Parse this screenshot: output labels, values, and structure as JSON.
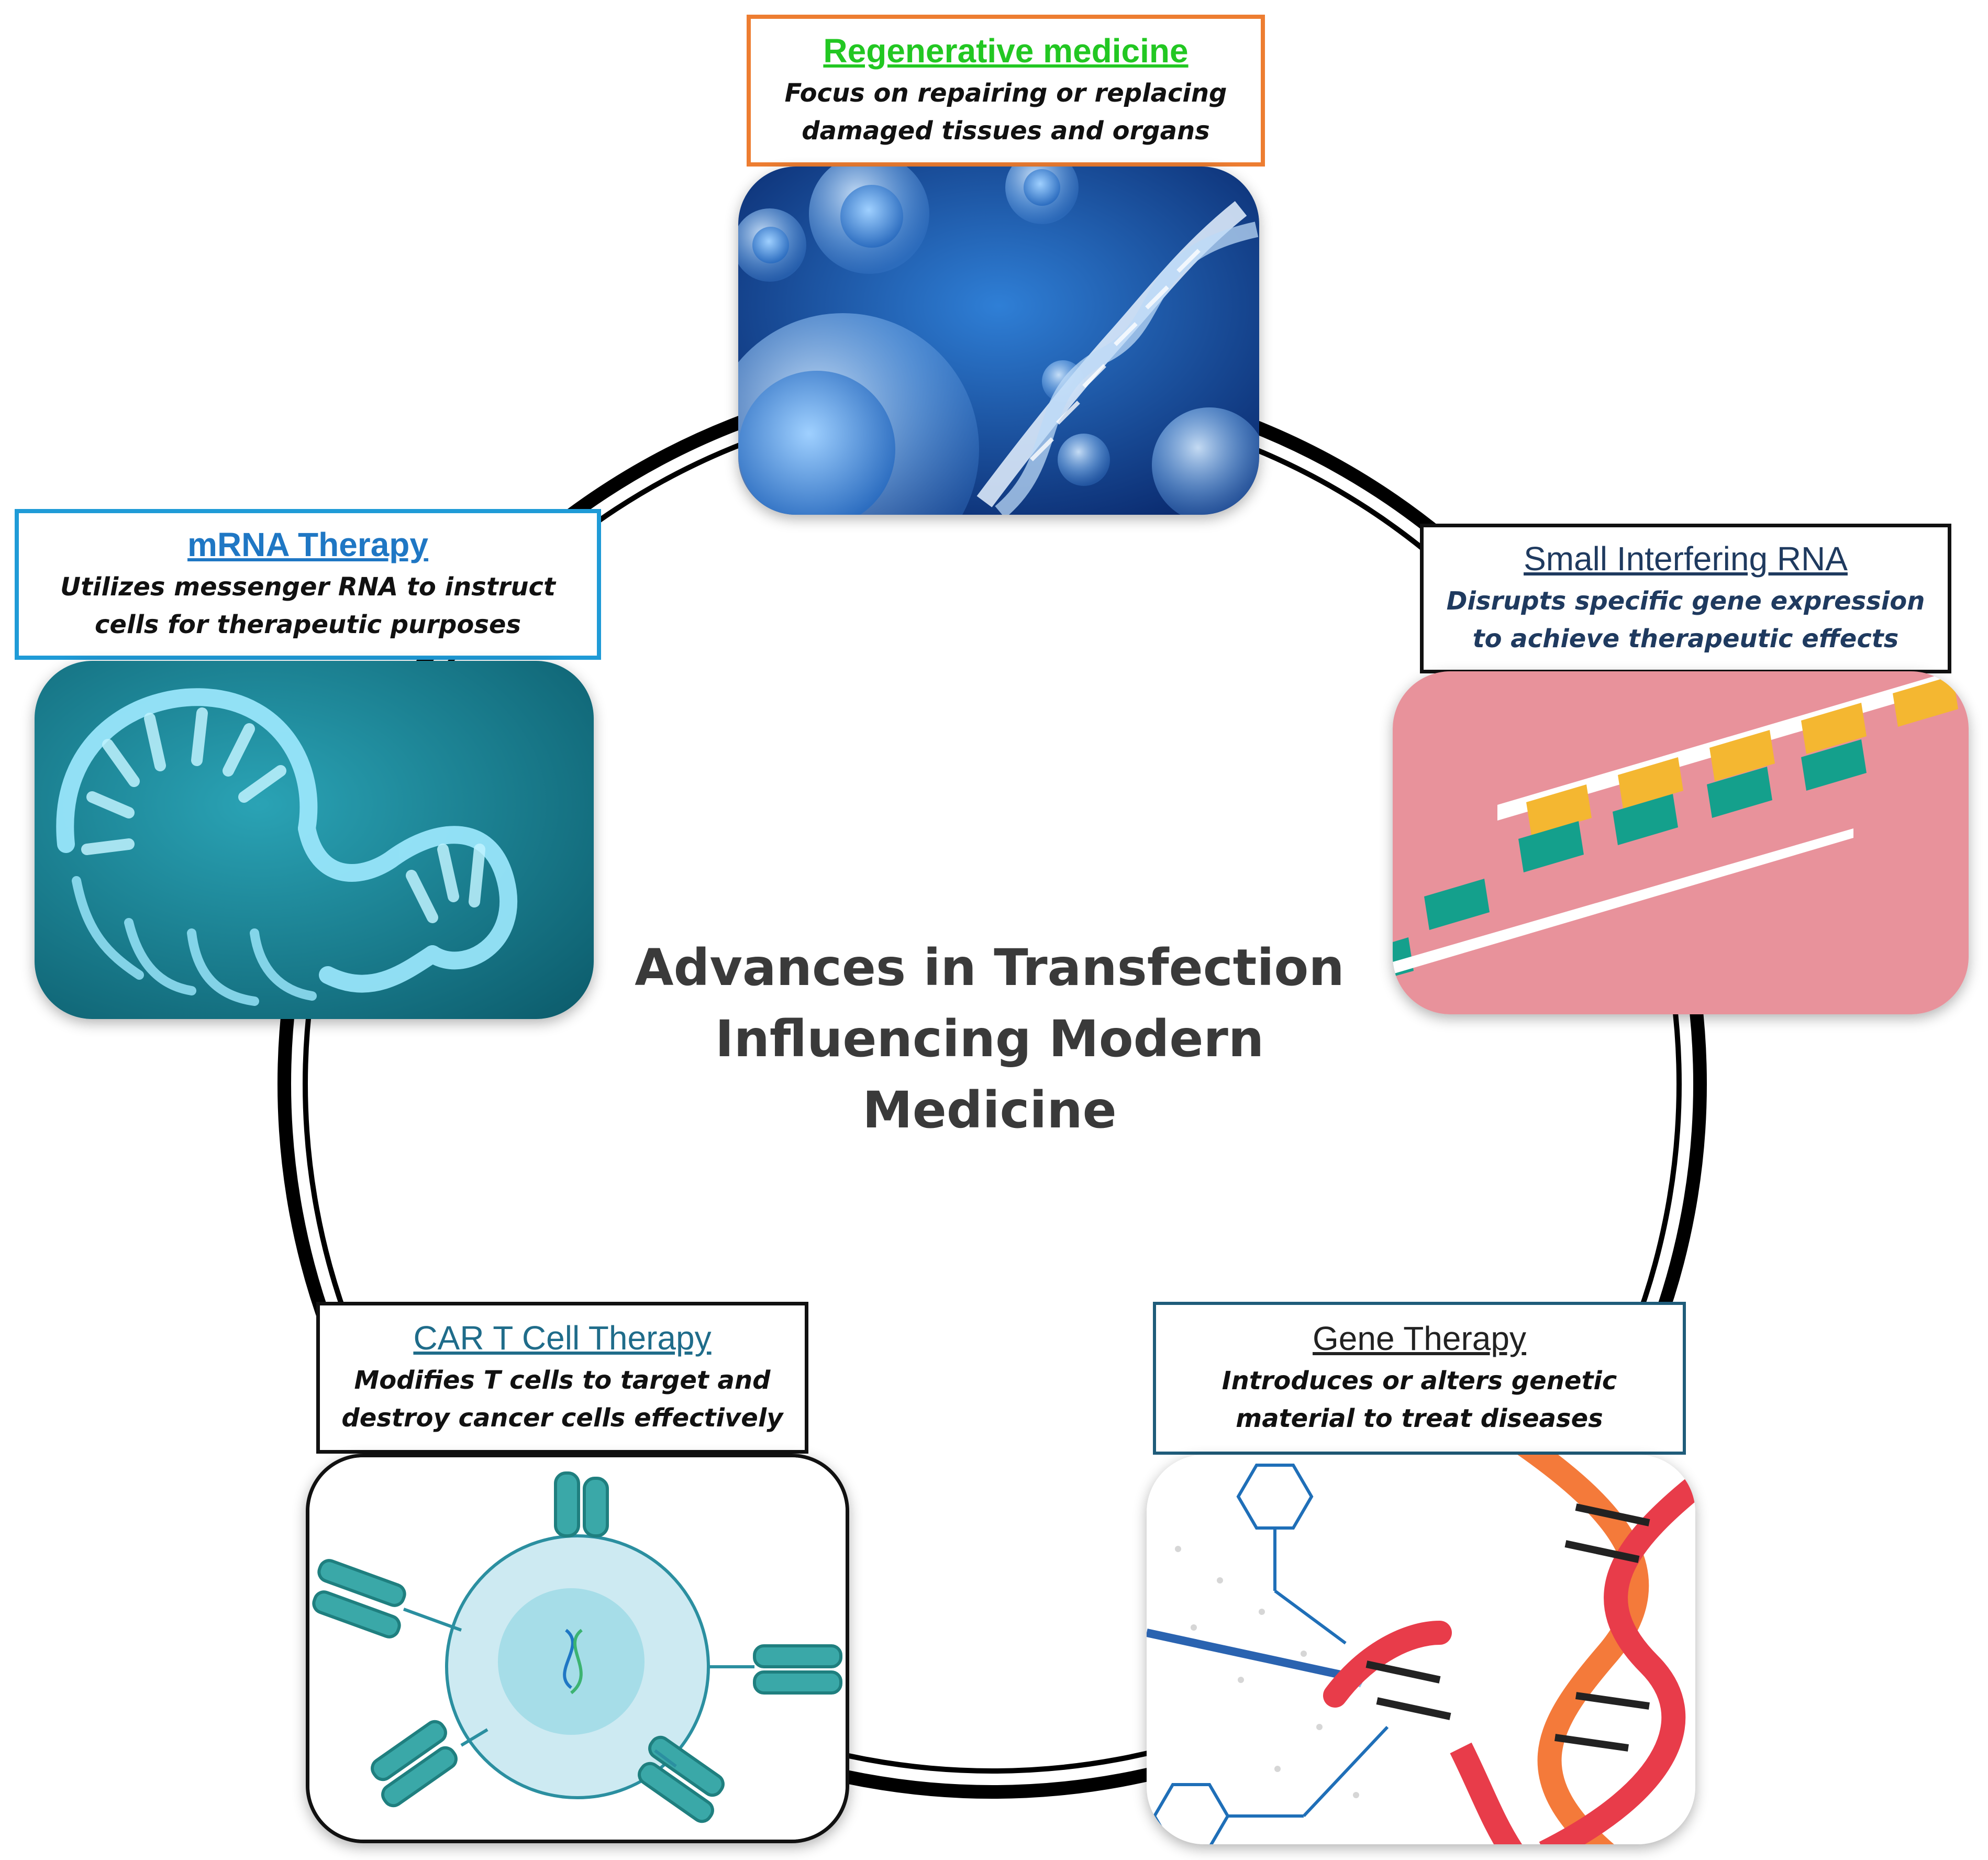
{
  "title_lines": [
    "Advances in Transfection",
    "Influencing Modern",
    "Medicine"
  ],
  "nodes": {
    "regenerative": {
      "title": "Regenerative medicine",
      "desc_lines": [
        "Focus on repairing or replacing",
        "damaged tissues and organs"
      ],
      "title_color": "#22c722",
      "border_color": "#ed7d31",
      "image_icon": "stem-cell-dna-icon"
    },
    "sirna": {
      "title": "Small Interfering RNA",
      "desc_lines": [
        "Disrupts specific gene expression",
        "to achieve therapeutic effects"
      ],
      "title_color": "#1f3a5f",
      "border_color": "#111111",
      "image_icon": "sirna-strand-icon"
    },
    "gene": {
      "title": "Gene Therapy",
      "desc_lines": [
        "Introduces or alters genetic",
        "material to treat diseases"
      ],
      "title_color": "#222222",
      "border_color": "#1f5c7a",
      "image_icon": "dna-editing-icon"
    },
    "cart": {
      "title": "CAR T Cell Therapy",
      "desc_lines": [
        "Modifies T cells to target and",
        "destroy cancer cells effectively"
      ],
      "title_color": "#1f6c8a",
      "border_color": "#111111",
      "image_icon": "t-cell-receptor-icon"
    },
    "mrna": {
      "title": "mRNA Therapy",
      "desc_lines": [
        "Utilizes messenger RNA to instruct",
        "cells for therapeutic purposes"
      ],
      "title_color": "#1f77c4",
      "border_color": "#1f9bd7",
      "image_icon": "mrna-strand-icon"
    }
  }
}
